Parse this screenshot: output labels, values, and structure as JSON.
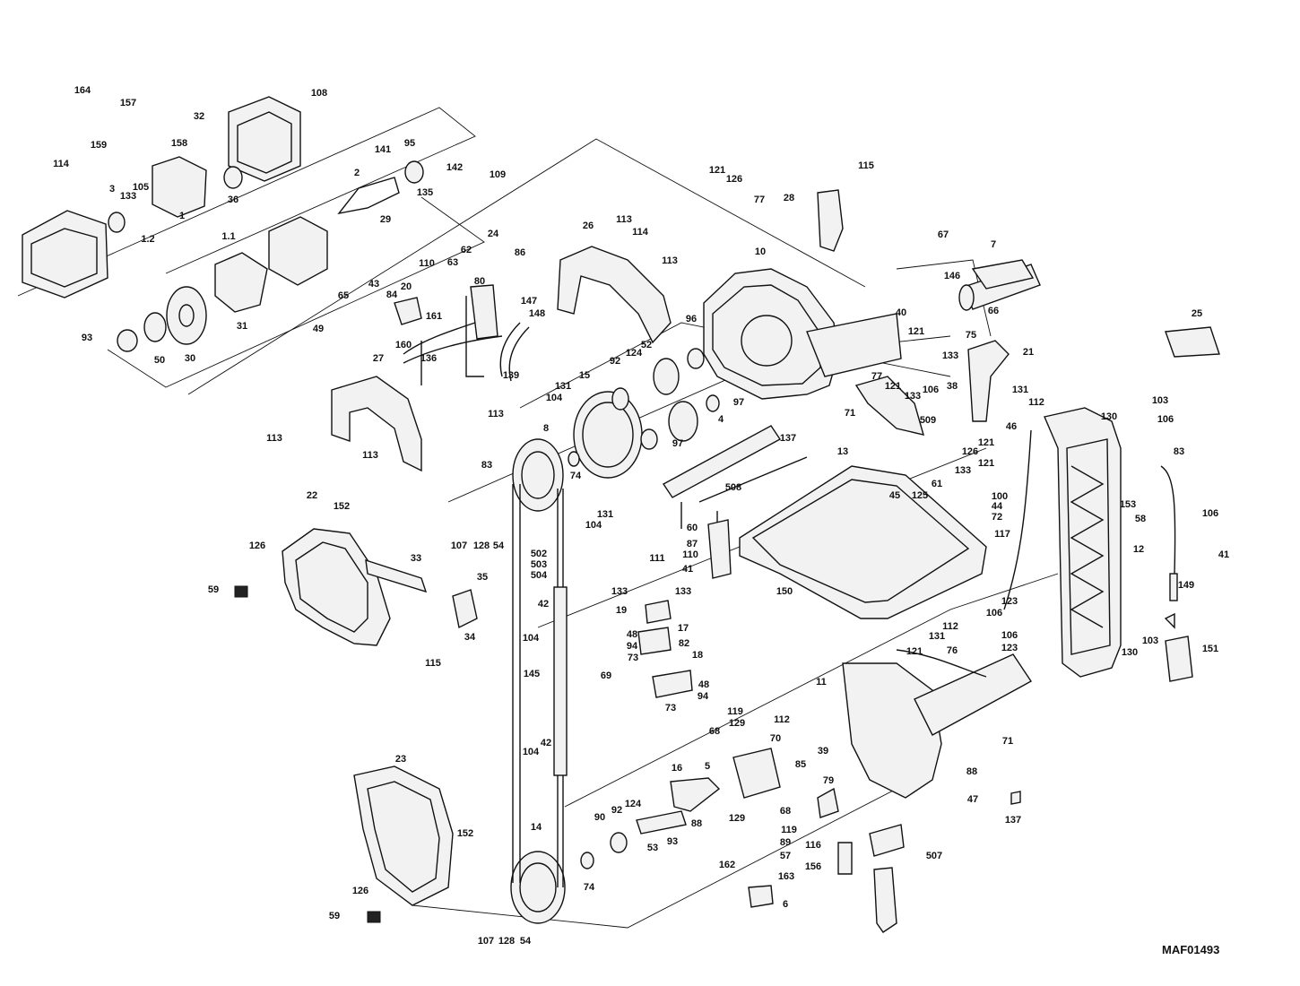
{
  "drawing_code": "MAF01493",
  "callouts": [
    {
      "id": "c164",
      "text": "164"
    },
    {
      "id": "c157",
      "text": "157"
    },
    {
      "id": "c32",
      "text": "32"
    },
    {
      "id": "c108",
      "text": "108"
    },
    {
      "id": "c159",
      "text": "159"
    },
    {
      "id": "c158",
      "text": "158"
    },
    {
      "id": "c114a",
      "text": "114"
    },
    {
      "id": "c3",
      "text": "3"
    },
    {
      "id": "c133a",
      "text": "133"
    },
    {
      "id": "c105",
      "text": "105"
    },
    {
      "id": "c36",
      "text": "36"
    },
    {
      "id": "c1",
      "text": "1"
    },
    {
      "id": "c1_2",
      "text": "1.2"
    },
    {
      "id": "c1_1",
      "text": "1.1"
    },
    {
      "id": "c2",
      "text": "2"
    },
    {
      "id": "c141",
      "text": "141"
    },
    {
      "id": "c95",
      "text": "95"
    },
    {
      "id": "c135",
      "text": "135"
    },
    {
      "id": "c142",
      "text": "142"
    },
    {
      "id": "c109",
      "text": "109"
    },
    {
      "id": "c29",
      "text": "29"
    },
    {
      "id": "c93",
      "text": "93"
    },
    {
      "id": "c50",
      "text": "50"
    },
    {
      "id": "c30",
      "text": "30"
    },
    {
      "id": "c31",
      "text": "31"
    },
    {
      "id": "c65",
      "text": "65"
    },
    {
      "id": "c43",
      "text": "43"
    },
    {
      "id": "c84",
      "text": "84"
    },
    {
      "id": "c20",
      "text": "20"
    },
    {
      "id": "c110a",
      "text": "110"
    },
    {
      "id": "c63",
      "text": "63"
    },
    {
      "id": "c62",
      "text": "62"
    },
    {
      "id": "c80",
      "text": "80"
    },
    {
      "id": "c24",
      "text": "24"
    },
    {
      "id": "c86",
      "text": "86"
    },
    {
      "id": "c26",
      "text": "26"
    },
    {
      "id": "c113a",
      "text": "113"
    },
    {
      "id": "c114b",
      "text": "114"
    },
    {
      "id": "c113b",
      "text": "113"
    },
    {
      "id": "c49",
      "text": "49"
    },
    {
      "id": "c161",
      "text": "161"
    },
    {
      "id": "c147",
      "text": "147"
    },
    {
      "id": "c148",
      "text": "148"
    },
    {
      "id": "c160",
      "text": "160"
    },
    {
      "id": "c136",
      "text": "136"
    },
    {
      "id": "c139",
      "text": "139"
    },
    {
      "id": "c52",
      "text": "52"
    },
    {
      "id": "c27",
      "text": "27"
    },
    {
      "id": "c113c",
      "text": "113"
    },
    {
      "id": "c113d",
      "text": "113"
    },
    {
      "id": "c113e",
      "text": "113"
    },
    {
      "id": "c121a",
      "text": "121"
    },
    {
      "id": "c126a",
      "text": "126"
    },
    {
      "id": "c77a",
      "text": "77"
    },
    {
      "id": "c115a",
      "text": "115"
    },
    {
      "id": "c28",
      "text": "28"
    },
    {
      "id": "c67",
      "text": "67"
    },
    {
      "id": "c7",
      "text": "7"
    },
    {
      "id": "c10",
      "text": "10"
    },
    {
      "id": "c146",
      "text": "146"
    },
    {
      "id": "c66",
      "text": "66"
    },
    {
      "id": "c96",
      "text": "96"
    },
    {
      "id": "c40",
      "text": "40"
    },
    {
      "id": "c25",
      "text": "25"
    },
    {
      "id": "c121b",
      "text": "121"
    },
    {
      "id": "c75",
      "text": "75"
    },
    {
      "id": "c133b",
      "text": "133"
    },
    {
      "id": "c21",
      "text": "21"
    },
    {
      "id": "c92a",
      "text": "92"
    },
    {
      "id": "c124a",
      "text": "124"
    },
    {
      "id": "c15",
      "text": "15"
    },
    {
      "id": "c131a",
      "text": "131"
    },
    {
      "id": "c104a",
      "text": "104"
    },
    {
      "id": "c77b",
      "text": "77"
    },
    {
      "id": "c121c",
      "text": "121"
    },
    {
      "id": "c133c",
      "text": "133"
    },
    {
      "id": "c106a",
      "text": "106"
    },
    {
      "id": "c38",
      "text": "38"
    },
    {
      "id": "c131b",
      "text": "131"
    },
    {
      "id": "c112a",
      "text": "112"
    },
    {
      "id": "c103a",
      "text": "103"
    },
    {
      "id": "c97a",
      "text": "97"
    },
    {
      "id": "c71a",
      "text": "71"
    },
    {
      "id": "c46",
      "text": "46"
    },
    {
      "id": "c130a",
      "text": "130"
    },
    {
      "id": "c8",
      "text": "8"
    },
    {
      "id": "c4",
      "text": "4"
    },
    {
      "id": "c509",
      "text": "509"
    },
    {
      "id": "c106b",
      "text": "106"
    },
    {
      "id": "c97b",
      "text": "97"
    },
    {
      "id": "c137a",
      "text": "137"
    },
    {
      "id": "c121d",
      "text": "121"
    },
    {
      "id": "c83a",
      "text": "83"
    },
    {
      "id": "c126b",
      "text": "126"
    },
    {
      "id": "c121e",
      "text": "121"
    },
    {
      "id": "c13",
      "text": "13"
    },
    {
      "id": "c83b",
      "text": "83"
    },
    {
      "id": "c74a",
      "text": "74"
    },
    {
      "id": "c131c",
      "text": "131"
    },
    {
      "id": "c104b",
      "text": "104"
    },
    {
      "id": "c508",
      "text": "508"
    },
    {
      "id": "c133d",
      "text": "133"
    },
    {
      "id": "c100",
      "text": "100"
    },
    {
      "id": "c44",
      "text": "44"
    },
    {
      "id": "c22",
      "text": "22"
    },
    {
      "id": "c152a",
      "text": "152"
    },
    {
      "id": "c107a",
      "text": "107"
    },
    {
      "id": "c128a",
      "text": "128"
    },
    {
      "id": "c54a",
      "text": "54"
    },
    {
      "id": "c45",
      "text": "45"
    },
    {
      "id": "c125",
      "text": "125"
    },
    {
      "id": "c61",
      "text": "61"
    },
    {
      "id": "c72",
      "text": "72"
    },
    {
      "id": "c153",
      "text": "153"
    },
    {
      "id": "c58",
      "text": "58"
    },
    {
      "id": "c117",
      "text": "117"
    },
    {
      "id": "c12",
      "text": "12"
    },
    {
      "id": "c106c",
      "text": "106"
    },
    {
      "id": "c41a",
      "text": "41"
    },
    {
      "id": "c126c",
      "text": "126"
    },
    {
      "id": "c33",
      "text": "33"
    },
    {
      "id": "c502",
      "text": "502"
    },
    {
      "id": "c503",
      "text": "503"
    },
    {
      "id": "c504",
      "text": "504"
    },
    {
      "id": "c60",
      "text": "60"
    },
    {
      "id": "c87",
      "text": "87"
    },
    {
      "id": "c110b",
      "text": "110"
    },
    {
      "id": "c41b",
      "text": "41"
    },
    {
      "id": "c111",
      "text": "111"
    },
    {
      "id": "c59a",
      "text": "59"
    },
    {
      "id": "c35",
      "text": "35"
    },
    {
      "id": "c133e",
      "text": "133"
    },
    {
      "id": "c133f",
      "text": "133"
    },
    {
      "id": "c150",
      "text": "150"
    },
    {
      "id": "c149",
      "text": "149"
    },
    {
      "id": "c106d",
      "text": "106"
    },
    {
      "id": "c123a",
      "text": "123"
    },
    {
      "id": "c19",
      "text": "19"
    },
    {
      "id": "c42a",
      "text": "42"
    },
    {
      "id": "c104c",
      "text": "104"
    },
    {
      "id": "c17",
      "text": "17"
    },
    {
      "id": "c34",
      "text": "34"
    },
    {
      "id": "c48a",
      "text": "48"
    },
    {
      "id": "c82",
      "text": "82"
    },
    {
      "id": "c94a",
      "text": "94"
    },
    {
      "id": "c73a",
      "text": "73"
    },
    {
      "id": "c18",
      "text": "18"
    },
    {
      "id": "c112b",
      "text": "112"
    },
    {
      "id": "c131d",
      "text": "131"
    },
    {
      "id": "c103b",
      "text": "103"
    },
    {
      "id": "c151",
      "text": "151"
    },
    {
      "id": "c115b",
      "text": "115"
    },
    {
      "id": "c106e",
      "text": "106"
    },
    {
      "id": "c123b",
      "text": "123"
    },
    {
      "id": "c121f",
      "text": "121"
    },
    {
      "id": "c76",
      "text": "76"
    },
    {
      "id": "c130b",
      "text": "130"
    },
    {
      "id": "c69",
      "text": "69"
    },
    {
      "id": "c145",
      "text": "145"
    },
    {
      "id": "c48b",
      "text": "48"
    },
    {
      "id": "c94b",
      "text": "94"
    },
    {
      "id": "c11",
      "text": "11"
    },
    {
      "id": "c73b",
      "text": "73"
    },
    {
      "id": "c119a",
      "text": "119"
    },
    {
      "id": "c129a",
      "text": "129"
    },
    {
      "id": "c70",
      "text": "70"
    },
    {
      "id": "c112c",
      "text": "112"
    },
    {
      "id": "c39",
      "text": "39"
    },
    {
      "id": "c68a",
      "text": "68"
    },
    {
      "id": "c71b",
      "text": "71"
    },
    {
      "id": "c104d",
      "text": "104"
    },
    {
      "id": "c42b",
      "text": "42"
    },
    {
      "id": "c23",
      "text": "23"
    },
    {
      "id": "c5",
      "text": "5"
    },
    {
      "id": "c16",
      "text": "16"
    },
    {
      "id": "c85",
      "text": "85"
    },
    {
      "id": "c79",
      "text": "79"
    },
    {
      "id": "c88a",
      "text": "88"
    },
    {
      "id": "c47",
      "text": "47"
    },
    {
      "id": "c137b",
      "text": "137"
    },
    {
      "id": "c90",
      "text": "90"
    },
    {
      "id": "c92b",
      "text": "92"
    },
    {
      "id": "c124b",
      "text": "124"
    },
    {
      "id": "c68b",
      "text": "68"
    },
    {
      "id": "c129b",
      "text": "129"
    },
    {
      "id": "c88b",
      "text": "88"
    },
    {
      "id": "c119b",
      "text": "119"
    },
    {
      "id": "c152b",
      "text": "152"
    },
    {
      "id": "c53",
      "text": "53"
    },
    {
      "id": "c93b",
      "text": "93"
    },
    {
      "id": "c89",
      "text": "89"
    },
    {
      "id": "c116",
      "text": "116"
    },
    {
      "id": "c14",
      "text": "14"
    },
    {
      "id": "c57",
      "text": "57"
    },
    {
      "id": "c156",
      "text": "156"
    },
    {
      "id": "c507",
      "text": "507"
    },
    {
      "id": "c74b",
      "text": "74"
    },
    {
      "id": "c162",
      "text": "162"
    },
    {
      "id": "c163",
      "text": "163"
    },
    {
      "id": "c126d",
      "text": "126"
    },
    {
      "id": "c59b",
      "text": "59"
    },
    {
      "id": "c6",
      "text": "6"
    },
    {
      "id": "c107b",
      "text": "107"
    },
    {
      "id": "c128b",
      "text": "128"
    },
    {
      "id": "c54b",
      "text": "54"
    }
  ]
}
